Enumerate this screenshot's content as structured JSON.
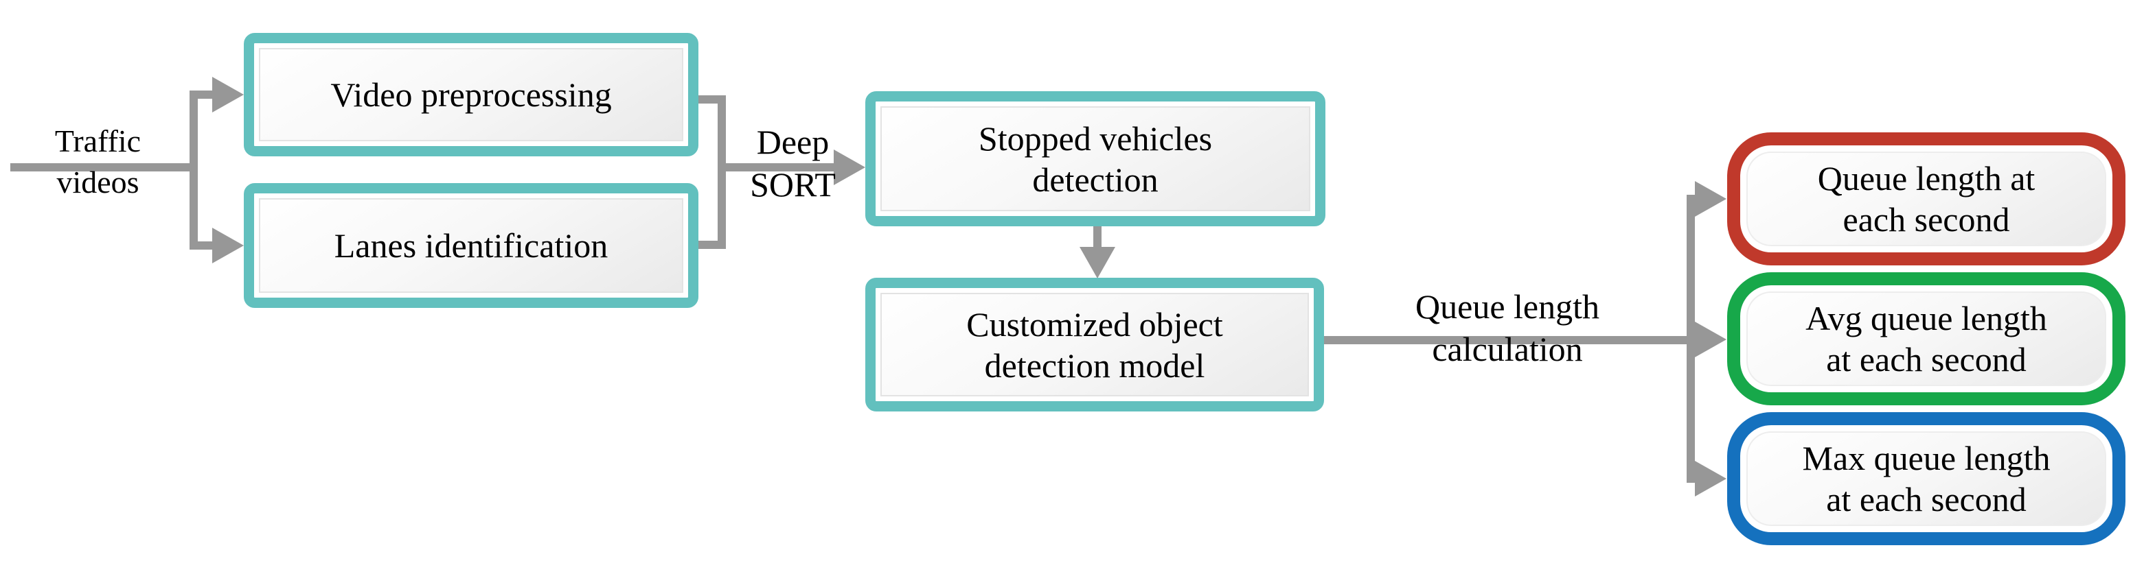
{
  "diagram": {
    "source_label": "Traffic videos",
    "nodes": {
      "video_preprocessing": "Video preprocessing",
      "lanes_identification": "Lanes identification",
      "stopped_vehicles_detection": "Stopped vehicles detection",
      "customized_object_detection_model": "Customized object detection model",
      "queue_length_each_second": "Queue length at each second",
      "avg_queue_length_each_second": "Avg queue length at each second",
      "max_queue_length_each_second": "Max queue length at each second"
    },
    "edge_labels": {
      "deep_sort": "Deep SORT",
      "queue_length_calculation": "Queue length calculation"
    },
    "colors": {
      "node_border_teal": "#62c0be",
      "output_red": "#c0392b",
      "output_green": "#17a84a",
      "output_blue": "#1571be",
      "connector_gray": "#979797"
    }
  }
}
